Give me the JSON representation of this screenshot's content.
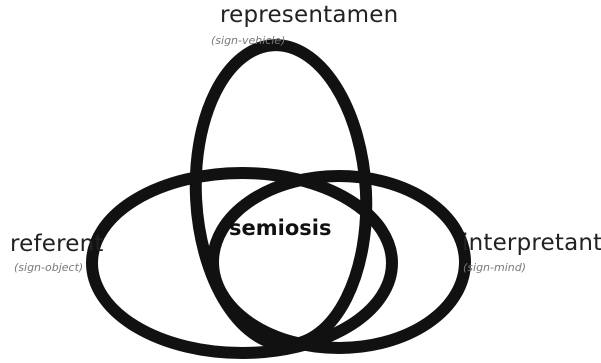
{
  "diagram": {
    "center_label": "semiosis",
    "top": {
      "term": "representamen",
      "gloss": "(sign-vehicle)"
    },
    "left": {
      "term": "referent",
      "gloss": "(sign-object)"
    },
    "right": {
      "term": "interpretant",
      "gloss": "(sign-mind)"
    },
    "colors": {
      "line": "#111111",
      "term": "#222222",
      "gloss": "#7a7a7a",
      "background": "#ffffff"
    }
  }
}
